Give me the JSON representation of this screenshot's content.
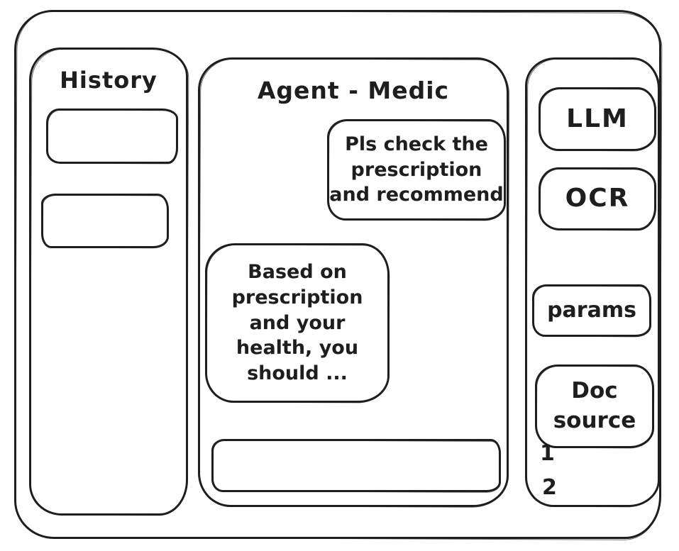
{
  "history": {
    "title": "History",
    "items": [
      {
        "label": ""
      },
      {
        "label": ""
      }
    ]
  },
  "chat": {
    "title": "Agent - Medic",
    "messages": [
      {
        "role": "user",
        "text": "Pls check the\nprescription\nand recommend"
      },
      {
        "role": "agent",
        "text": "Based on\nprescription\nand your\nhealth, you\nshould ..."
      }
    ],
    "input": {
      "value": "",
      "placeholder": ""
    }
  },
  "tools": {
    "buttons": [
      {
        "label": "LLM"
      },
      {
        "label": "OCR"
      },
      {
        "label": "params"
      },
      {
        "label": "Doc\nsource"
      }
    ],
    "markers": [
      "1",
      "2"
    ]
  },
  "colors": {
    "stroke": "#1e1e1e",
    "background": "#ffffff"
  }
}
